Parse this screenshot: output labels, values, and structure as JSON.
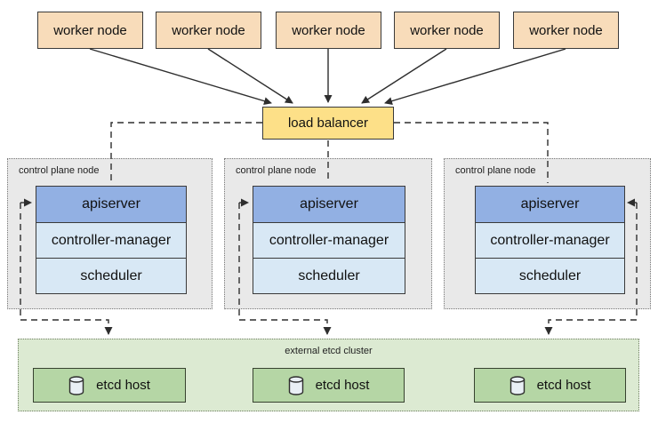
{
  "diagram": {
    "worker_nodes": [
      {
        "label": "worker node"
      },
      {
        "label": "worker node"
      },
      {
        "label": "worker node"
      },
      {
        "label": "worker node"
      },
      {
        "label": "worker node"
      }
    ],
    "load_balancer": {
      "label": "load balancer"
    },
    "control_plane_nodes": [
      {
        "label": "control plane node",
        "components": [
          {
            "label": "apiserver"
          },
          {
            "label": "controller-manager"
          },
          {
            "label": "scheduler"
          }
        ]
      },
      {
        "label": "control plane node",
        "components": [
          {
            "label": "apiserver"
          },
          {
            "label": "controller-manager"
          },
          {
            "label": "scheduler"
          }
        ]
      },
      {
        "label": "control plane node",
        "components": [
          {
            "label": "apiserver"
          },
          {
            "label": "controller-manager"
          },
          {
            "label": "scheduler"
          }
        ]
      }
    ],
    "external_etcd_cluster": {
      "label": "external etcd cluster",
      "hosts": [
        {
          "label": "etcd host",
          "icon": "database-cylinder-icon"
        },
        {
          "label": "etcd host",
          "icon": "database-cylinder-icon"
        },
        {
          "label": "etcd host",
          "icon": "database-cylinder-icon"
        }
      ]
    },
    "colors": {
      "worker_node_fill": "#f8dcba",
      "load_balancer_fill": "#fde088",
      "apiserver_fill": "#92b0e3",
      "component_fill": "#d8e8f5",
      "control_plane_fill": "#e9e9e9",
      "etcd_cluster_fill": "#dcead2",
      "etcd_host_fill": "#b5d6a5",
      "line_color": "#2e2e2e"
    }
  }
}
